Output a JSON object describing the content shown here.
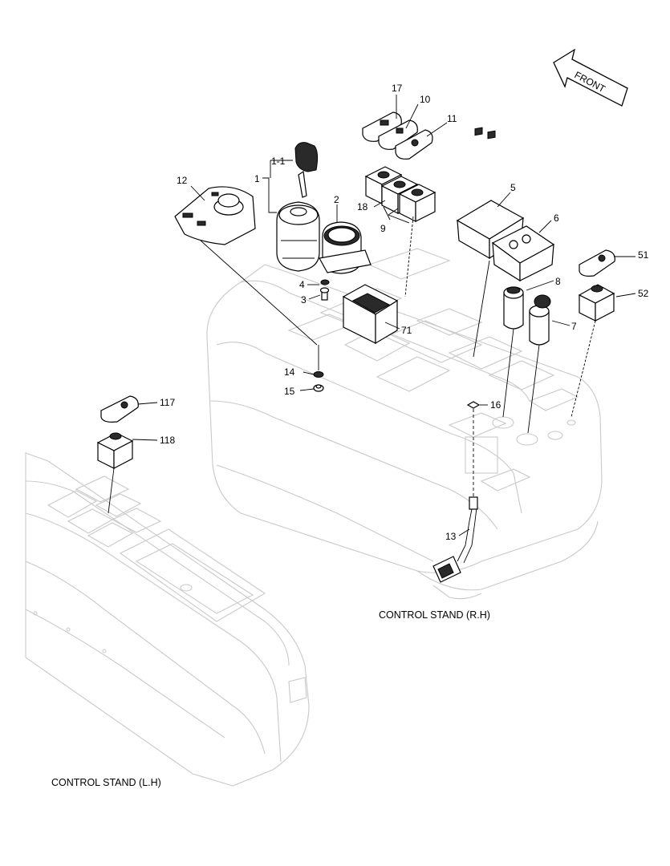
{
  "front_arrow": {
    "text": "FRONT"
  },
  "captions": {
    "right": "CONTROL STAND (R.H)",
    "left": "CONTROL STAND (L.H)"
  },
  "callouts": [
    "1",
    "1-1",
    "2",
    "3",
    "4",
    "5",
    "6",
    "7",
    "8",
    "9",
    "10",
    "11",
    "12",
    "13",
    "14",
    "15",
    "16",
    "17",
    "18",
    "51",
    "52",
    "71",
    "117",
    "118"
  ]
}
